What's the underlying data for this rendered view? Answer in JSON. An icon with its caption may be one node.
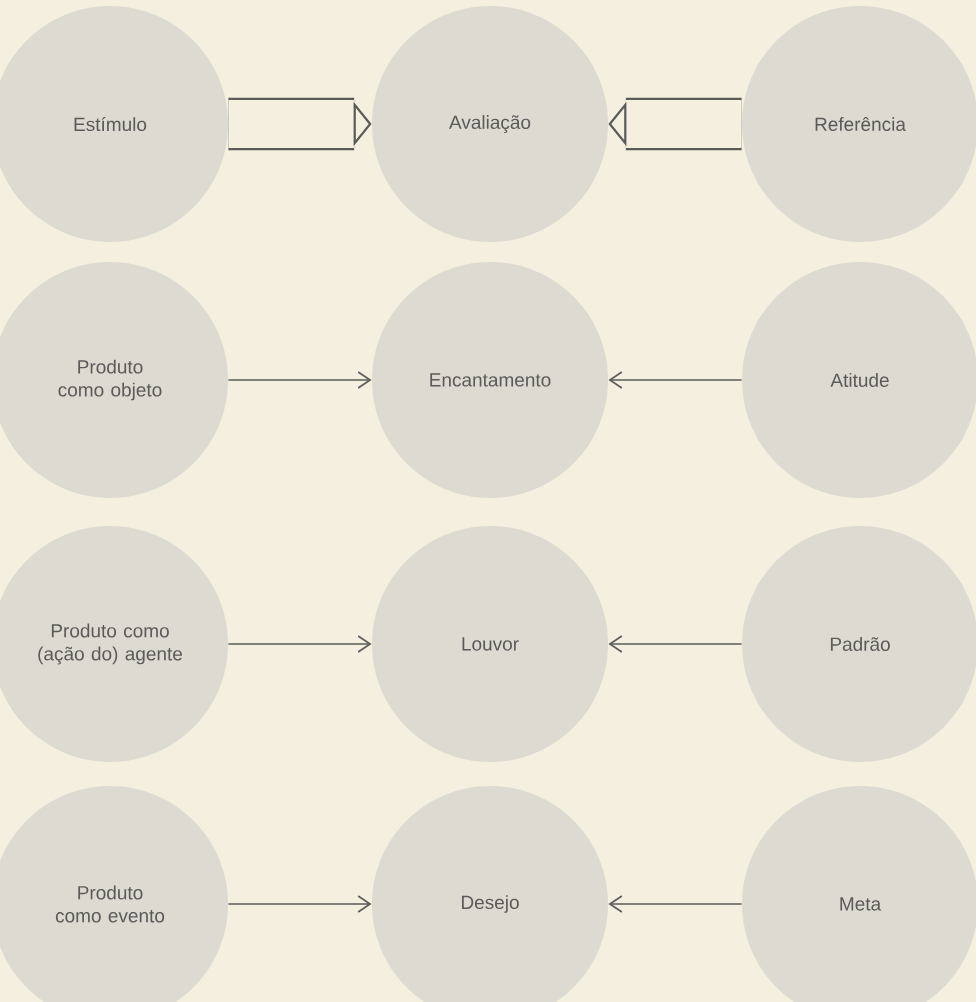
{
  "diagram": {
    "nodes": [
      {
        "text": [
          "Estímulo"
        ]
      },
      {
        "text": [
          "Avaliação"
        ]
      },
      {
        "text": [
          "Referência"
        ]
      },
      {
        "text": [
          "Produto como objeto"
        ]
      },
      {
        "text": [
          "Encantamento"
        ]
      },
      {
        "text": [
          "Atitude"
        ]
      },
      {
        "text": [
          "Produto como (ação do) agente"
        ]
      },
      {
        "text": [
          "Louvor"
        ]
      },
      {
        "text": [
          "Padrão"
        ]
      },
      {
        "text": [
          "Produto como evento"
        ]
      },
      {
        "text": [
          "Desejo"
        ]
      },
      {
        "text": [
          "Meta"
        ]
      }
    ],
    "edges": [
      {
        "from": 0,
        "to": 1,
        "arrow": "to",
        "style": "thick"
      },
      {
        "from": 2,
        "to": 1,
        "arrow": "to",
        "style": "thick"
      },
      {
        "from": 3,
        "to": 4,
        "arrow": "to"
      },
      {
        "from": 5,
        "to": 4,
        "arrow": "to"
      },
      {
        "from": 6,
        "to": 7,
        "arrow": "to"
      },
      {
        "from": 8,
        "to": 7,
        "arrow": "to"
      },
      {
        "from": 9,
        "to": 10,
        "arrow": "to"
      },
      {
        "from": 11,
        "to": 10,
        "arrow": "to"
      }
    ]
  }
}
